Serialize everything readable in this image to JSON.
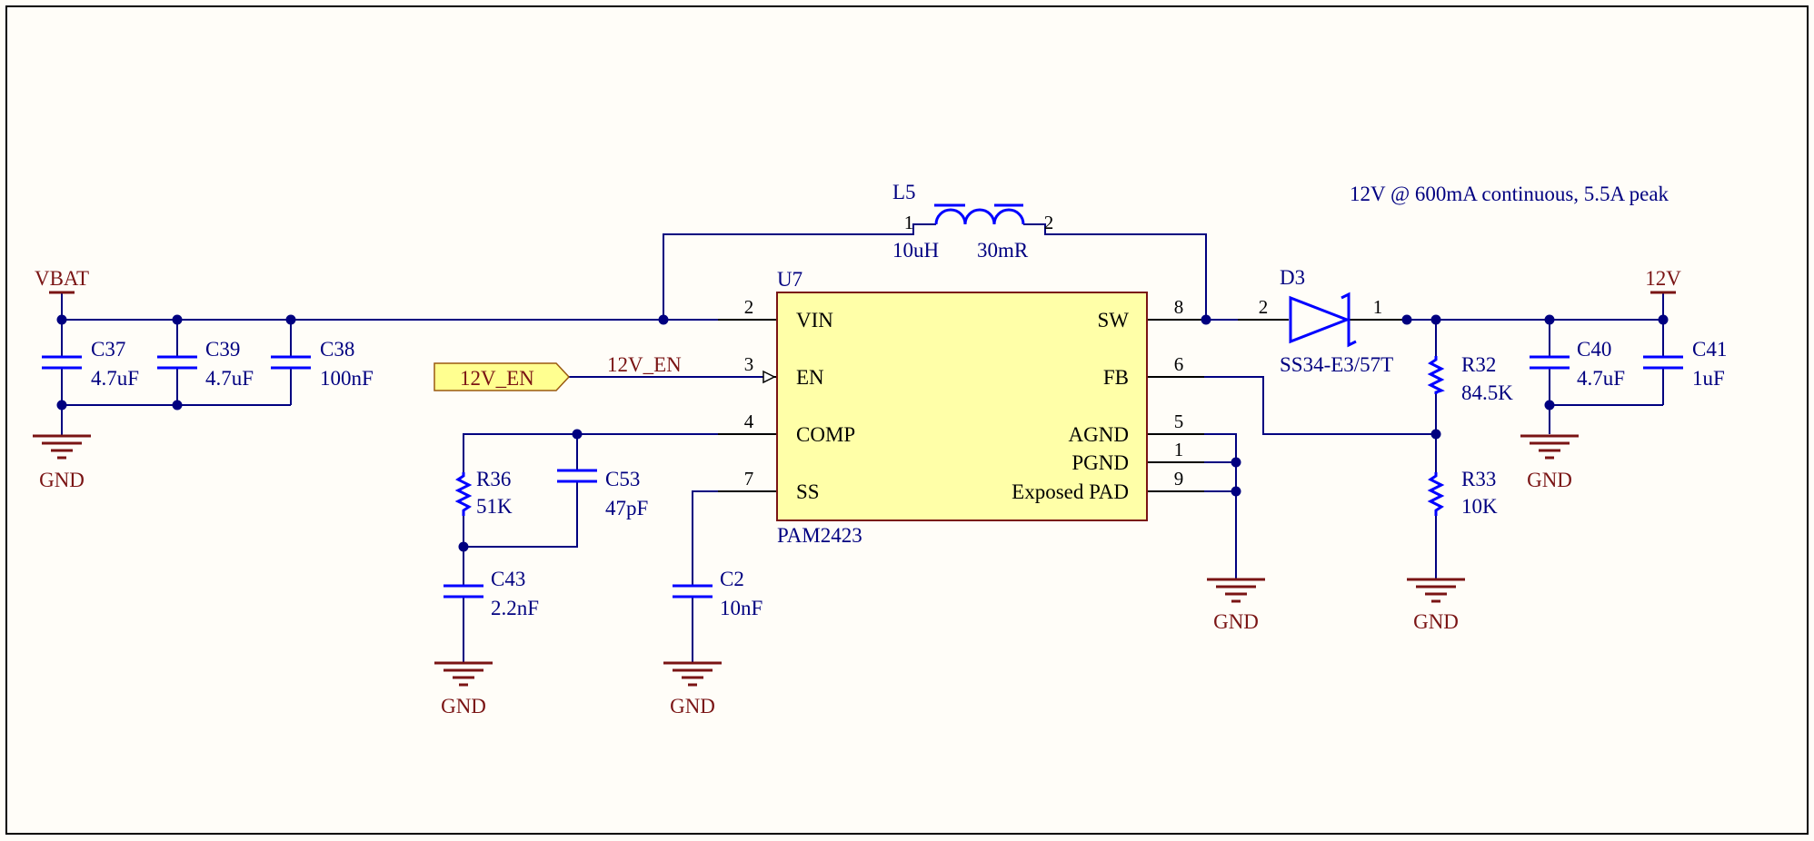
{
  "colors": {
    "background": "#fffdf8",
    "border": "#000000",
    "wire": "#000080",
    "component": "#0000ff",
    "pin": "#000000",
    "power": "#7a1414",
    "chip_fill": "#ffffa8",
    "chip_stroke": "#7a1414",
    "netlabel_fill": "#ffff90",
    "netlabel_stroke": "#9a5a10",
    "note_text": "#000080"
  },
  "note": "12V @ 600mA continuous, 5.5A peak",
  "chip": {
    "designator": "U7",
    "part": "PAM2423",
    "pins": {
      "vin": {
        "number": "2",
        "name": "VIN"
      },
      "en": {
        "number": "3",
        "name": "EN"
      },
      "comp": {
        "number": "4",
        "name": "COMP"
      },
      "ss": {
        "number": "7",
        "name": "SS"
      },
      "sw": {
        "number": "8",
        "name": "SW"
      },
      "fb": {
        "number": "6",
        "name": "FB"
      },
      "agnd": {
        "number": "5",
        "name": "AGND"
      },
      "pgnd": {
        "number": "1",
        "name": "PGND"
      },
      "pad": {
        "number": "9",
        "name": "Exposed PAD"
      }
    }
  },
  "inductor": {
    "designator": "L5",
    "value": "10uH",
    "resistance": "30mR",
    "pin1": "1",
    "pin2": "2"
  },
  "diode": {
    "designator": "D3",
    "part": "SS34-E3/57T",
    "pin_anode": "2",
    "pin_cathode": "1"
  },
  "power": {
    "vbat": "VBAT",
    "out": "12V",
    "gnd": "GND"
  },
  "net_label": {
    "port": "12V_EN",
    "wire": "12V_EN"
  },
  "capacitors": {
    "c37": {
      "designator": "C37",
      "value": "4.7uF"
    },
    "c39": {
      "designator": "C39",
      "value": "4.7uF"
    },
    "c38": {
      "designator": "C38",
      "value": "100nF"
    },
    "c53": {
      "designator": "C53",
      "value": "47pF"
    },
    "c43": {
      "designator": "C43",
      "value": "2.2nF"
    },
    "c2": {
      "designator": "C2",
      "value": "10nF"
    },
    "c40": {
      "designator": "C40",
      "value": "4.7uF"
    },
    "c41": {
      "designator": "C41",
      "value": "1uF"
    }
  },
  "resistors": {
    "r36": {
      "designator": "R36",
      "value": "51K"
    },
    "r32": {
      "designator": "R32",
      "value": "84.5K"
    },
    "r33": {
      "designator": "R33",
      "value": "10K"
    }
  }
}
